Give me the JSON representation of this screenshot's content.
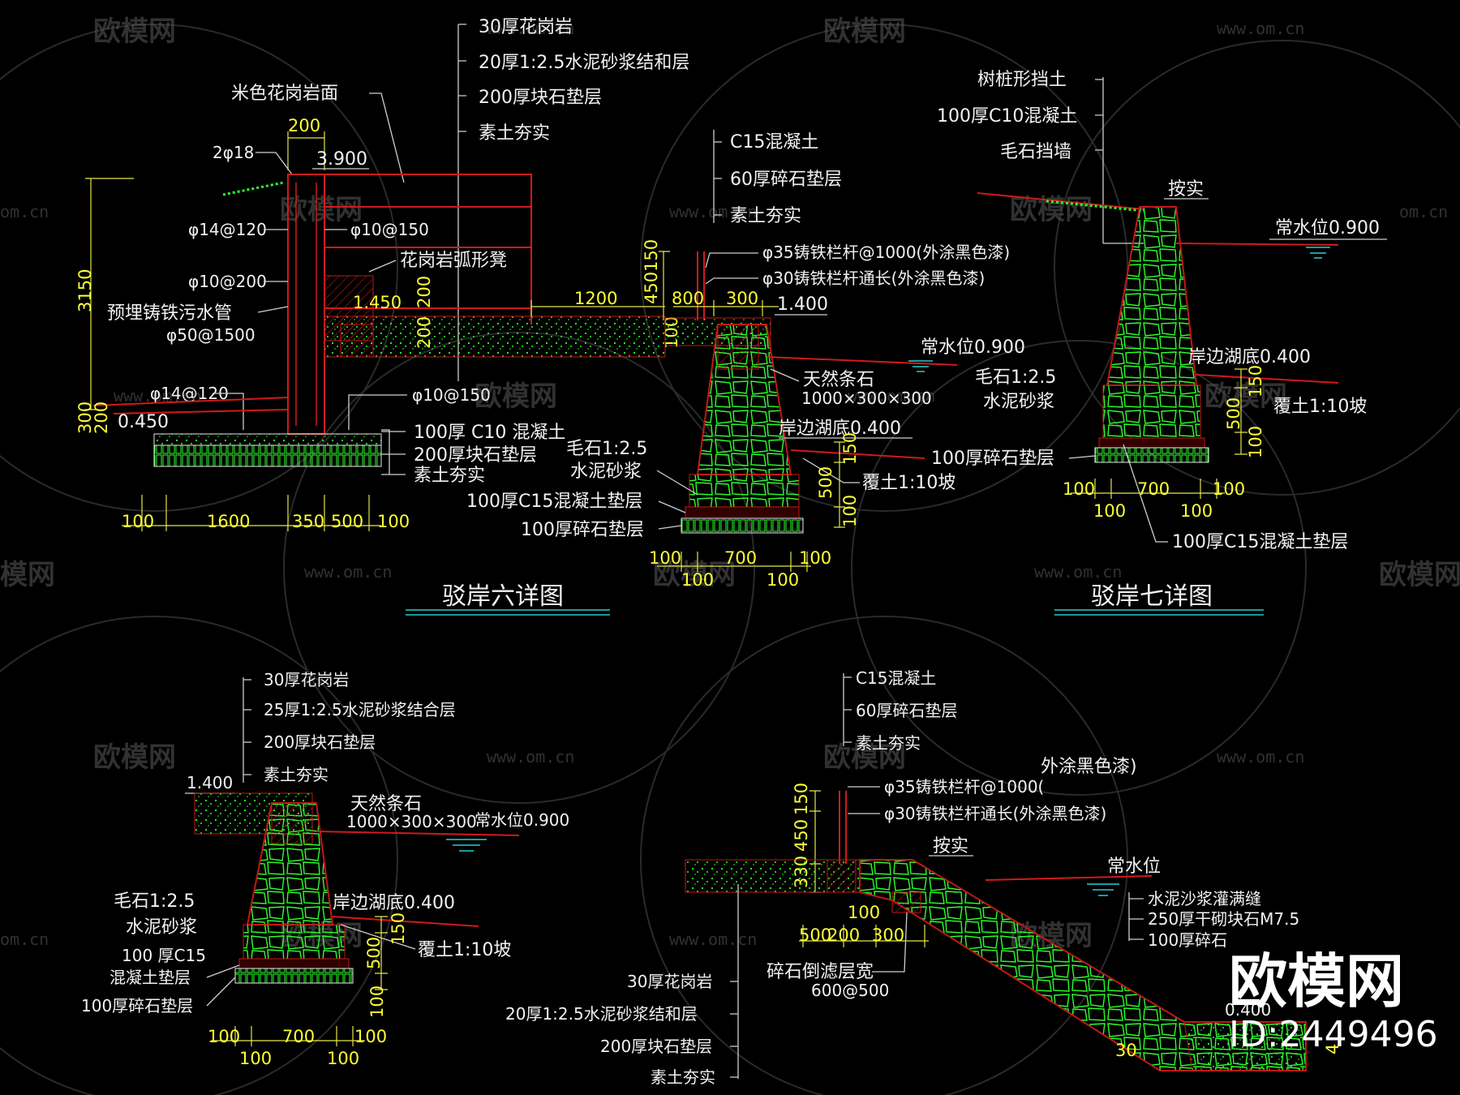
{
  "watermarks": {
    "brand": "欧模网",
    "url": "www.om.cn",
    "url_short": "om.cn",
    "cut_brand": "模网"
  },
  "detail6": {
    "title": "驳岸六详图",
    "layers_top": [
      "30厚花岗岩",
      "20厚1:2.5水泥砂浆结和层",
      "200厚块石垫层",
      "素土夯实"
    ],
    "granite_face": "米色花岗岩面",
    "dim_200": "200",
    "rebar_2": "2φ18",
    "elev_3900": "3.900",
    "rebar_14_120": "φ14@120",
    "rebar_10_150": "φ10@150",
    "rebar_10_200": "φ10@200",
    "bench": "花岗岩弧形凳",
    "pipe_1": "预埋铸铁污水管",
    "pipe_2": "φ50@1500",
    "dim_3150": "3150",
    "elev_1450": "1.450",
    "dim_200a": "200",
    "dim_200b": "200",
    "rebar_14_120b": "φ14@120",
    "rebar_10_150b": "φ10@150",
    "dim_300": "300",
    "dim_200c": "200",
    "elev_0450": "0.450",
    "layers_bottom": [
      "100厚 C10 混凝土",
      "200厚块石垫层",
      "素土夯实"
    ],
    "bottom_dims": [
      "100",
      "1600",
      "350",
      "500",
      "100"
    ],
    "dim_1200": "1200",
    "dim_45": "450",
    "dim_150": "150",
    "dim_800": "800",
    "dim_300b": "300",
    "dim_100": "100"
  },
  "detail_center": {
    "layers_top": [
      "C15混凝土",
      "60厚碎石垫层",
      "素土夯实"
    ],
    "rail_1": "φ35铸铁栏杆@1000(外涂黑色漆)",
    "rail_2": "φ30铸铁栏杆通长(外涂黑色漆)",
    "elev_1400": "1.400",
    "water_level": "常水位0.900",
    "stone_1": "天然条石",
    "stone_2": "1000×300×300",
    "lakebed": "岸边湖底0.400",
    "mortar_1": "毛石1:2.5",
    "mortar_2": "水泥砂浆",
    "cover": "覆土1:10坡",
    "pad_c15": "100厚C15混凝土垫层",
    "pad_gravel": "100厚碎石垫层",
    "dims_v": [
      "150",
      "500",
      "100"
    ],
    "dims_bottom": [
      "100",
      "700",
      "100"
    ],
    "dims_bottom2": [
      "100",
      "100"
    ]
  },
  "detail7": {
    "title": "驳岸七详图",
    "layers_top": [
      "树桩形挡土",
      "100厚C10混凝土",
      "毛石挡墙"
    ],
    "compact": "按实",
    "water_level": "常水位0.900",
    "lakebed": "岸边湖底0.400",
    "mortar_1": "毛石1:2.5",
    "mortar_2": "水泥砂浆",
    "cover": "覆土1:10坡",
    "gravel": "100厚碎石垫层",
    "pad_c15": "100厚C15混凝土垫层",
    "dims_v": [
      "150",
      "500",
      "100"
    ],
    "dims_bottom": [
      "100",
      "700",
      "100"
    ],
    "dims_bottom2": [
      "100",
      "100"
    ]
  },
  "detail_bl": {
    "layers_top": [
      "30厚花岗岩",
      "25厚1:2.5水泥砂浆结合层",
      "200厚块石垫层",
      "素土夯实"
    ],
    "elev_1400": "1.400",
    "stone_1": "天然条石",
    "stone_2": "1000×300×300",
    "water_level": "常水位0.900",
    "mortar_1": "毛石1:2.5",
    "mortar_2": "水泥砂浆",
    "lakebed": "岸边湖底0.400",
    "cover": "覆土1:10坡",
    "pad_1": "100 厚C15",
    "pad_2": "混凝土垫层",
    "gravel": "100厚碎石垫层",
    "dims_v": [
      "150",
      "500",
      "100"
    ],
    "dims_bottom": [
      "100",
      "700",
      "100"
    ],
    "dims_bottom2": [
      "100",
      "100"
    ]
  },
  "detail_br": {
    "layers_top": [
      "C15混凝土",
      "60厚碎石垫层",
      "素土夯实"
    ],
    "paint": "外涂黑色漆)",
    "rail_1": "φ35铸铁栏杆@1000(",
    "rail_2": "φ30铸铁栏杆通长(外涂黑色漆)",
    "compact": "按实",
    "water_level": "常水位",
    "fill_1": "水泥沙浆灌满缝",
    "fill_2": "250厚干砌块石M7.5",
    "fill_3": "100厚碎石",
    "dims_v": [
      "150",
      "450",
      "330"
    ],
    "dim_100": "100",
    "dims_bottom": [
      "500",
      "200",
      "300"
    ],
    "filter_1": "碎石倒滤层宽",
    "filter_2": "600@500",
    "layers_bottom": [
      "30厚花岗岩",
      "20厚1:2.5水泥砂浆结和层",
      "200厚块石垫层",
      "素土夯实"
    ],
    "elev_0400": "0.400",
    "dim_30": "30",
    "dim_4": "4"
  },
  "brand": {
    "name": "欧模网",
    "id": "ID:2449496"
  }
}
